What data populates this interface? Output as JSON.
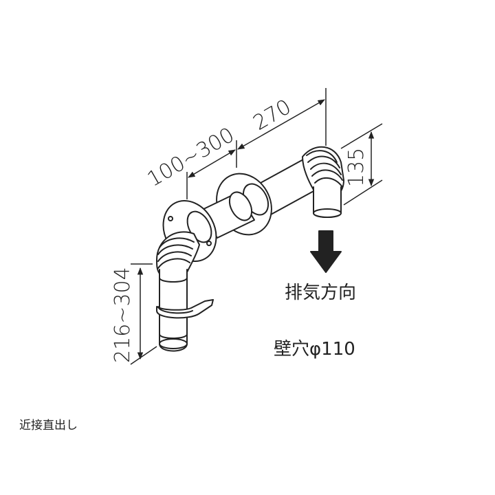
{
  "diagram": {
    "dimensions": {
      "offset_range": "100~300",
      "length": "270",
      "drop": "135",
      "height_range": "216~304"
    },
    "labels": {
      "exhaust_direction": "排気方向",
      "wall_hole": "壁穴φ110"
    },
    "caption": "近接直出し",
    "colors": {
      "line": "#222222",
      "fill": "#ffffff",
      "text": "#222222"
    }
  }
}
